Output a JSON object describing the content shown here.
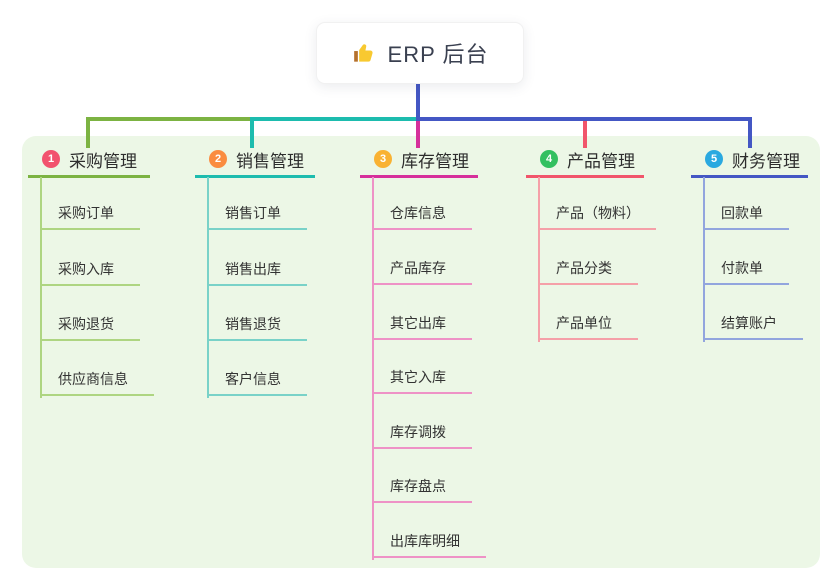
{
  "root_node": {
    "label": "ERP 后台",
    "icon": "thumbs-up"
  },
  "canvas": {
    "panel_bg": "#ecf7e6",
    "root_connector_color": "#4457c4"
  },
  "branches": [
    {
      "index": "1",
      "label": "采购管理",
      "colors": {
        "circle": "#f2526e",
        "strong": "#7cb342",
        "light": "#aed581"
      },
      "items": [
        "采购订单",
        "采购入库",
        "采购退货",
        "供应商信息"
      ]
    },
    {
      "index": "2",
      "label": "销售管理",
      "colors": {
        "circle": "#fa8c40",
        "strong": "#1dbcae",
        "light": "#79d2c8"
      },
      "items": [
        "销售订单",
        "销售出库",
        "销售退货",
        "客户信息"
      ]
    },
    {
      "index": "3",
      "label": "库存管理",
      "colors": {
        "circle": "#f9b232",
        "strong": "#d6309b",
        "light": "#ee92c6"
      },
      "items": [
        "仓库信息",
        "产品库存",
        "其它出库",
        "其它入库",
        "库存调拨",
        "库存盘点",
        "出库库明细"
      ]
    },
    {
      "index": "4",
      "label": "产品管理",
      "colors": {
        "circle": "#33c060",
        "strong": "#f1556b",
        "light": "#f5a0a8"
      },
      "items": [
        "产品（物料）",
        "产品分类",
        "产品单位"
      ]
    },
    {
      "index": "5",
      "label": "财务管理",
      "colors": {
        "circle": "#2aa9e0",
        "strong": "#4457c4",
        "light": "#92a5de"
      },
      "items": [
        "回款单",
        "付款单",
        "结算账户"
      ]
    }
  ]
}
